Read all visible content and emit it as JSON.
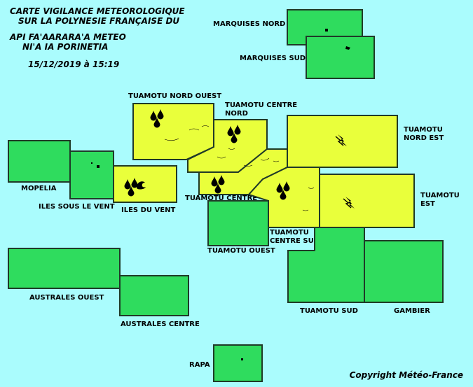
{
  "header": {
    "line1": "CARTE VIGILANCE METEOROLOGIQUE",
    "line2": "SUR LA POLYNESIE FRANÇAISE DU",
    "line3": "API FA'AARARA'A METEO",
    "line4": "NI'A IA PORINETIA",
    "datetime": "15/12/2019 à 15:19"
  },
  "copyright": "Copyright Météo-France",
  "colors": {
    "sea": "#aafcfd",
    "green_level": "#2fdc5e",
    "yellow_level": "#e9ff3b",
    "border": "#1f3a28"
  },
  "zones": [
    {
      "id": "marquises-nord",
      "label": "MARQUISES NORD",
      "level": "green",
      "icons": []
    },
    {
      "id": "marquises-sud",
      "label": "MARQUISES SUD",
      "level": "green",
      "icons": []
    },
    {
      "id": "tuamotu-nord-ouest",
      "label": "TUAMOTU NORD OUEST",
      "level": "yellow",
      "icons": [
        "rain-icon"
      ]
    },
    {
      "id": "tuamotu-centre-nord",
      "label_lines": [
        "TUAMOTU CENTRE",
        "NORD"
      ],
      "level": "yellow",
      "icons": [
        "rain-icon"
      ]
    },
    {
      "id": "tuamotu-nord-est",
      "label_lines": [
        "TUAMOTU",
        "NORD EST"
      ],
      "level": "yellow",
      "icons": [
        "thunderstorm-icon"
      ]
    },
    {
      "id": "mopelia",
      "label": "MOPELIA",
      "level": "green",
      "icons": []
    },
    {
      "id": "iles-sous-le-vent",
      "label": "ILES SOUS LE VENT",
      "level": "green",
      "icons": []
    },
    {
      "id": "iles-du-vent",
      "label": "ILES DU VENT",
      "level": "yellow",
      "icons": [
        "rain-icon",
        "wave-icon"
      ]
    },
    {
      "id": "tuamotu-centre",
      "label": "TUAMOTU CENTRE",
      "level": "yellow",
      "icons": [
        "rain-icon"
      ]
    },
    {
      "id": "tuamotu-centre-sud",
      "label_lines": [
        "TUAMOTU",
        "CENTRE SUD"
      ],
      "level": "yellow",
      "icons": [
        "rain-icon"
      ]
    },
    {
      "id": "tuamotu-est",
      "label_lines": [
        "TUAMOTU",
        "EST"
      ],
      "level": "yellow",
      "icons": [
        "thunderstorm-icon"
      ]
    },
    {
      "id": "tuamotu-ouest",
      "label": "TUAMOTU OUEST",
      "level": "green",
      "icons": []
    },
    {
      "id": "tuamotu-sud",
      "label": "TUAMOTU SUD",
      "level": "green",
      "icons": []
    },
    {
      "id": "gambier",
      "label": "GAMBIER",
      "level": "green",
      "icons": []
    },
    {
      "id": "australes-ouest",
      "label": "AUSTRALES OUEST",
      "level": "green",
      "icons": []
    },
    {
      "id": "australes-centre",
      "label": "AUSTRALES CENTRE",
      "level": "green",
      "icons": []
    },
    {
      "id": "rapa",
      "label": "RAPA",
      "level": "green",
      "icons": []
    }
  ]
}
